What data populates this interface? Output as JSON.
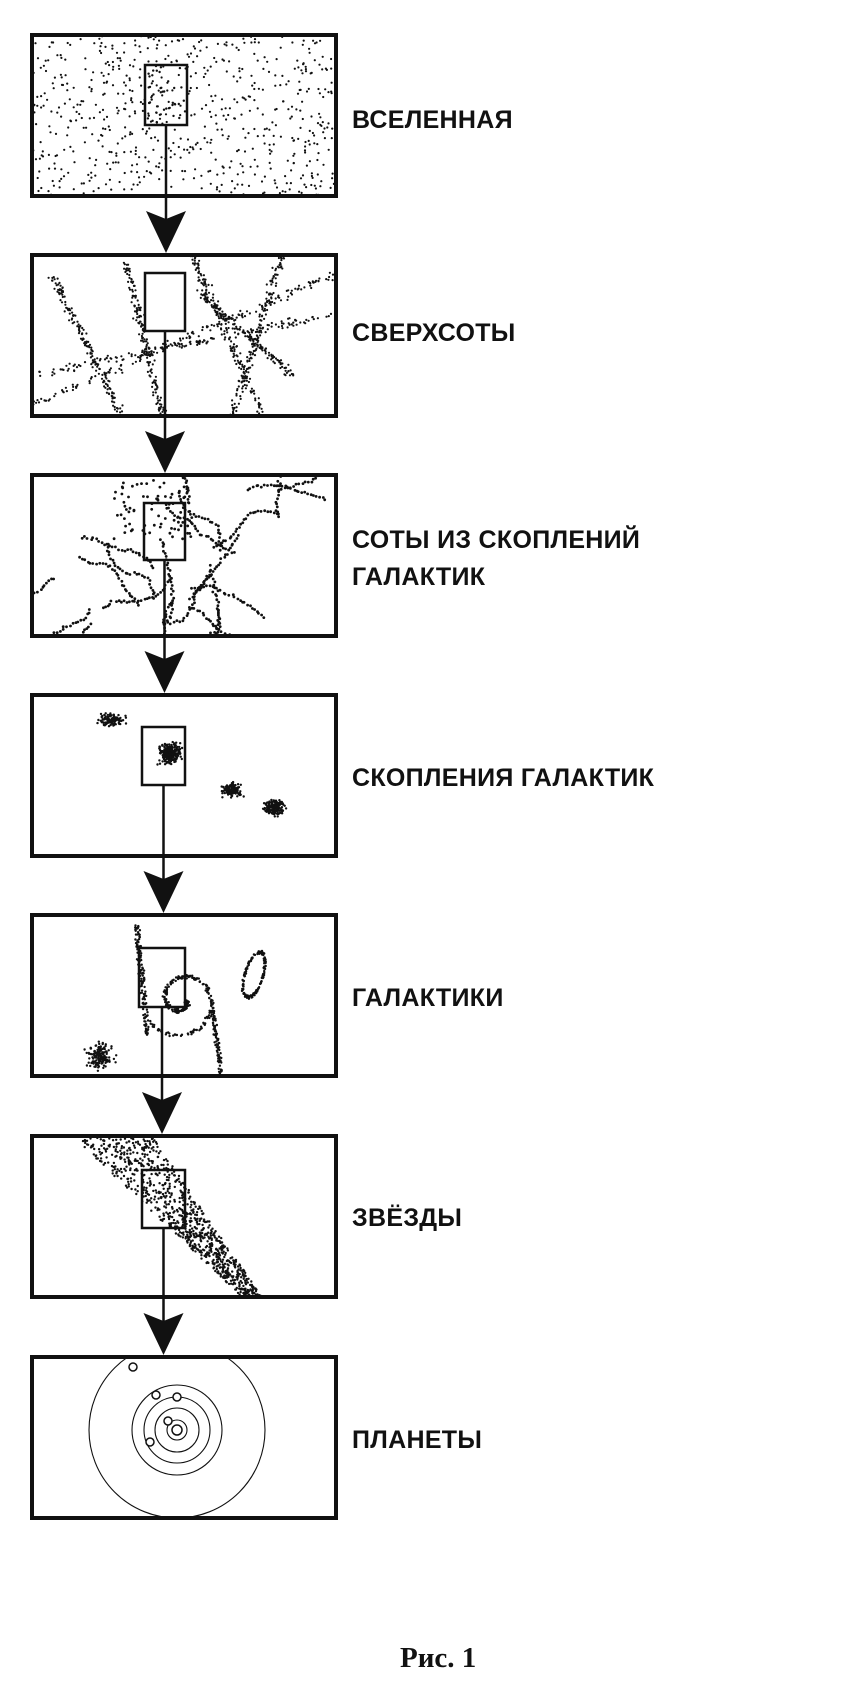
{
  "figure": {
    "caption": "Рис. 1",
    "levels": [
      {
        "id": "universe",
        "label": "ВСЕЛЕННАЯ",
        "pattern": "uniform-dots"
      },
      {
        "id": "supercells",
        "label": "СВЕРХСОТЫ",
        "pattern": "filaments"
      },
      {
        "id": "cluster-cells",
        "label_lines": [
          "СОТЫ ИЗ СКОПЛЕНИЙ",
          "ГАЛАКТИК"
        ],
        "pattern": "web"
      },
      {
        "id": "galaxy-clusters",
        "label": "СКОПЛЕНИЯ ГАЛАКТИК",
        "pattern": "clusters"
      },
      {
        "id": "galaxies",
        "label": "ГАЛАКТИКИ",
        "pattern": "galaxies"
      },
      {
        "id": "stars",
        "label": "ЗВЁЗДЫ",
        "pattern": "star-band"
      },
      {
        "id": "planets",
        "label": "ПЛАНЕТЫ",
        "pattern": "solar-system"
      }
    ]
  },
  "colors": {
    "ink": "#111111",
    "background": "#ffffff"
  }
}
